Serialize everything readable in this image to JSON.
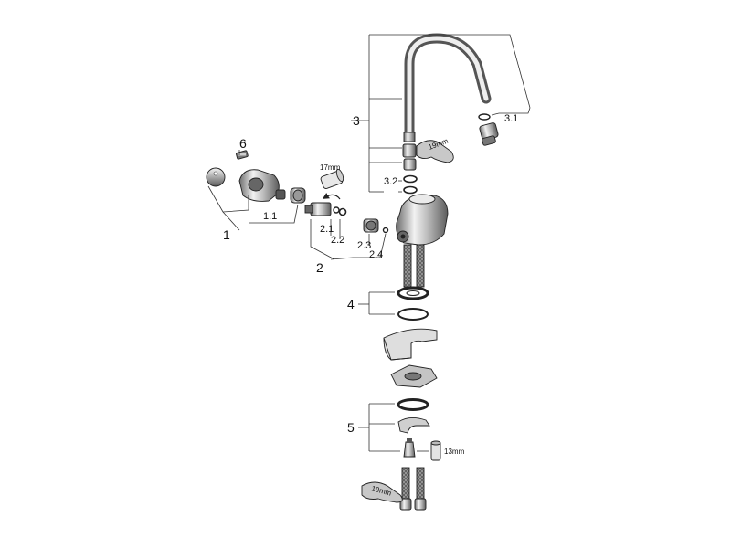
{
  "labels": {
    "l1": "1",
    "l1_1": "1.1",
    "l2": "2",
    "l2_1": "2.1",
    "l2_2": "2.2",
    "l2_3": "2.3",
    "l2_4": "2.4",
    "l3": "3",
    "l3_1": "3.1",
    "l3_2": "3.2",
    "l4": "4",
    "l5": "5",
    "l6": "6"
  },
  "tool_sizes": {
    "wrench_top": "19mm",
    "socket_17": "17mm",
    "socket_13": "13mm",
    "wrench_bottom": "19mm"
  },
  "colors": {
    "line": "#333333",
    "metal_dark": "#8a8a8a",
    "metal_light": "#e6e6e6",
    "paper": "#ffffff"
  }
}
